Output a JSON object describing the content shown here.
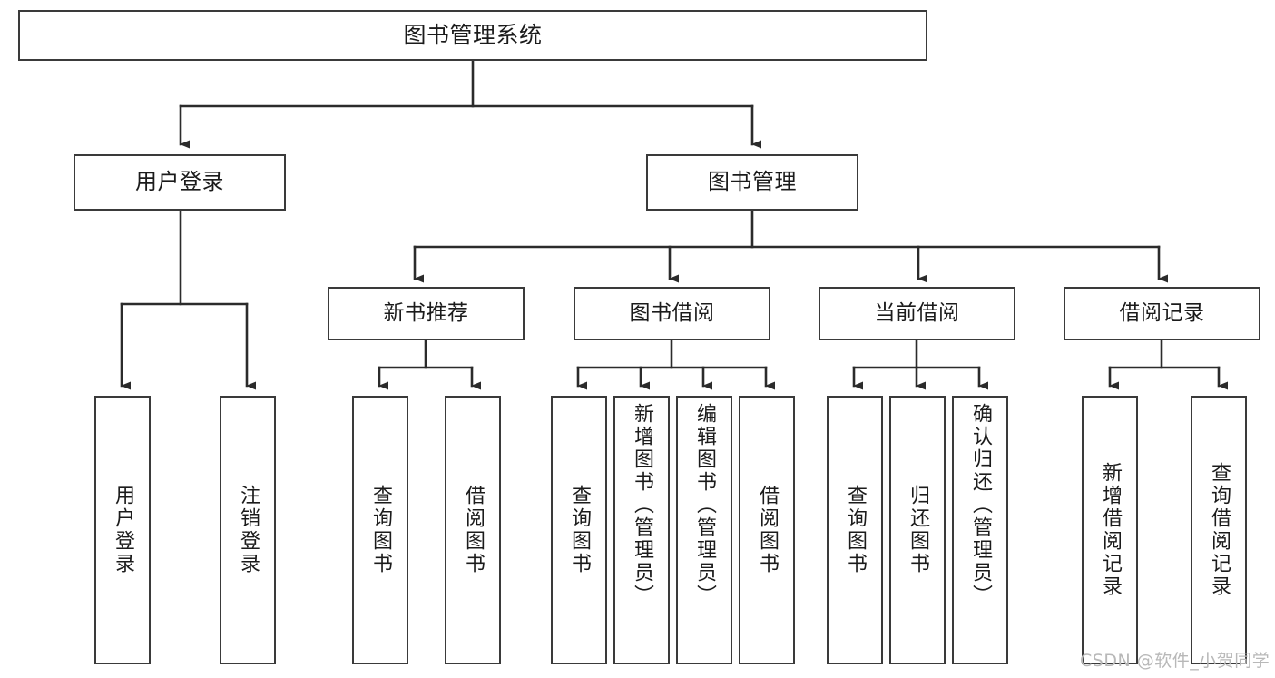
{
  "diagram": {
    "title": "图书管理系统",
    "type": "hierarchy-tree",
    "colors": {
      "box_border": "#3a3a3a",
      "box_fill": "#ffffff",
      "connector": "#2b2b2b",
      "text": "#1b1b1b",
      "watermark": "#b8b8b8",
      "background": "#ffffff"
    },
    "root": {
      "label": "图书管理系统"
    },
    "level1": [
      {
        "label": "用户登录"
      },
      {
        "label": "图书管理"
      }
    ],
    "level2": [
      {
        "label": "新书推荐"
      },
      {
        "label": "图书借阅"
      },
      {
        "label": "当前借阅"
      },
      {
        "label": "借阅记录"
      }
    ],
    "leaves": {
      "user_login": [
        {
          "label": "用户登录"
        },
        {
          "label": "注销登录"
        }
      ],
      "new_book_recommend": [
        {
          "label": "查询图书"
        },
        {
          "label": "借阅图书"
        }
      ],
      "book_borrow": [
        {
          "label": "查询图书"
        },
        {
          "label": "新增图书（管理员）"
        },
        {
          "label": "编辑图书（管理员）"
        },
        {
          "label": "借阅图书"
        }
      ],
      "current_borrow": [
        {
          "label": "查询图书"
        },
        {
          "label": "归还图书"
        },
        {
          "label": "确认归还（管理员）"
        }
      ],
      "borrow_record": [
        {
          "label": "新增借阅记录"
        },
        {
          "label": "查询借阅记录"
        }
      ]
    },
    "watermark": "CSDN @软件_小贺同学"
  }
}
